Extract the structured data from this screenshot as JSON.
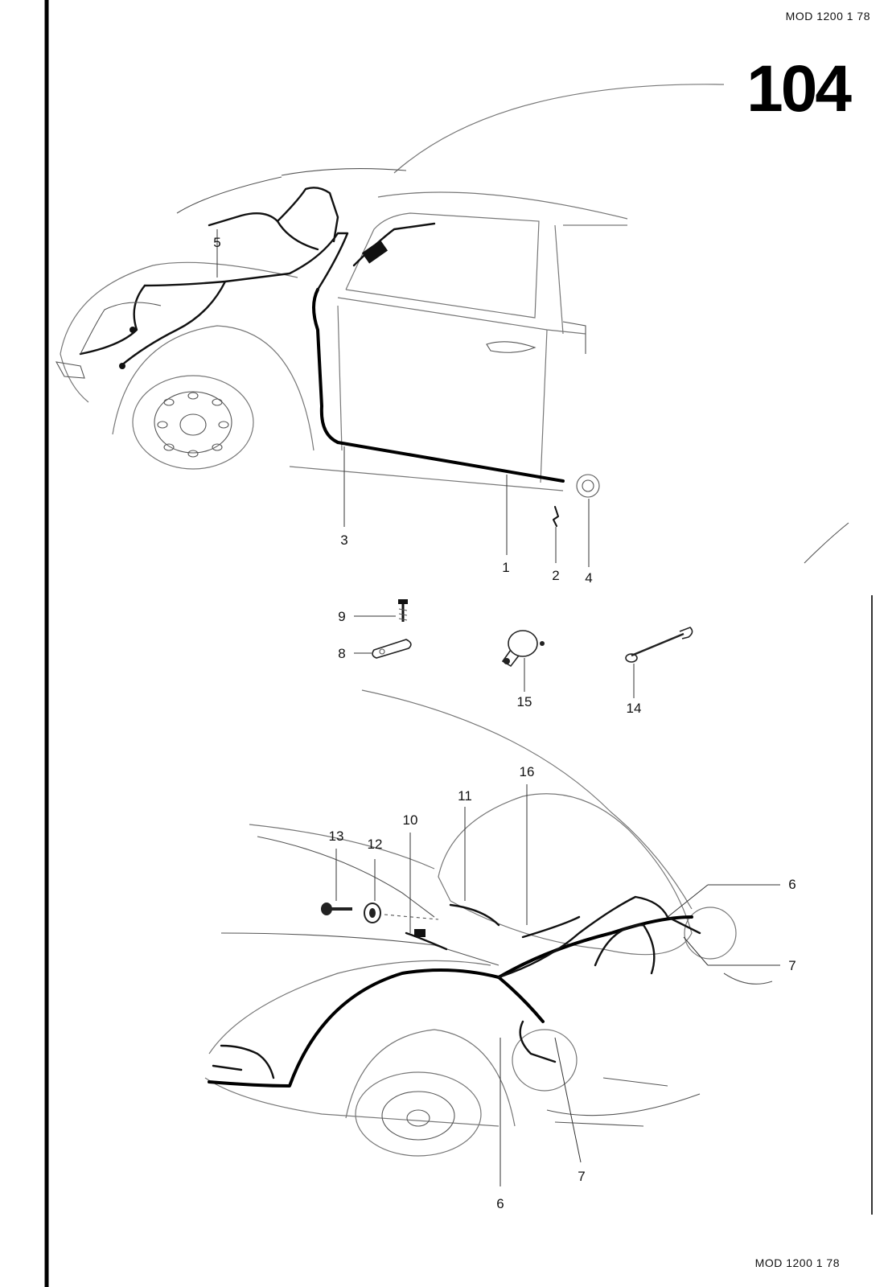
{
  "header": {
    "model_code_top": "MOD 1200  1 78",
    "page_number": "104",
    "model_code_bottom": "MOD 1200  1 78"
  },
  "callouts": [
    "1",
    "2",
    "3",
    "4",
    "5",
    "6",
    "6",
    "7",
    "7",
    "8",
    "9",
    "10",
    "11",
    "12",
    "13",
    "14",
    "15",
    "16"
  ],
  "colors": {
    "ink": "#000000",
    "paper": "#ffffff",
    "line_gray": "#777777"
  }
}
